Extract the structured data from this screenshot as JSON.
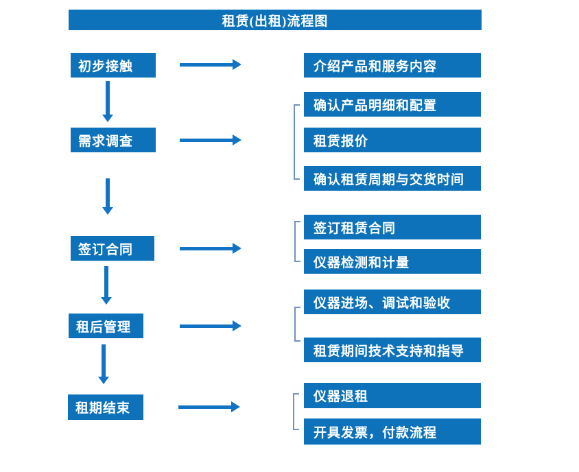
{
  "title": "租赁(出租)流程图",
  "colors": {
    "box_blue": "#0d72b9",
    "arrow_blue": "#1273c4",
    "bracket_blue": "#6d92c3",
    "text_white": "#ffffff",
    "background": "#ffffff"
  },
  "left_steps": [
    "初步接触",
    "需求调查",
    "签订合同",
    "租后管理",
    "租期结束"
  ],
  "right_groups": [
    [
      "介绍产品和服务内容"
    ],
    [
      "确认产品明细和配置",
      "租赁报价",
      "确认租赁周期与交货时间"
    ],
    [
      "签订租赁合同",
      "仪器检测和计量"
    ],
    [
      "仪器进场、调试和验收",
      "租赁期间技术支持和指导"
    ],
    [
      "仪器退租",
      "开具发票，付款流程"
    ]
  ]
}
